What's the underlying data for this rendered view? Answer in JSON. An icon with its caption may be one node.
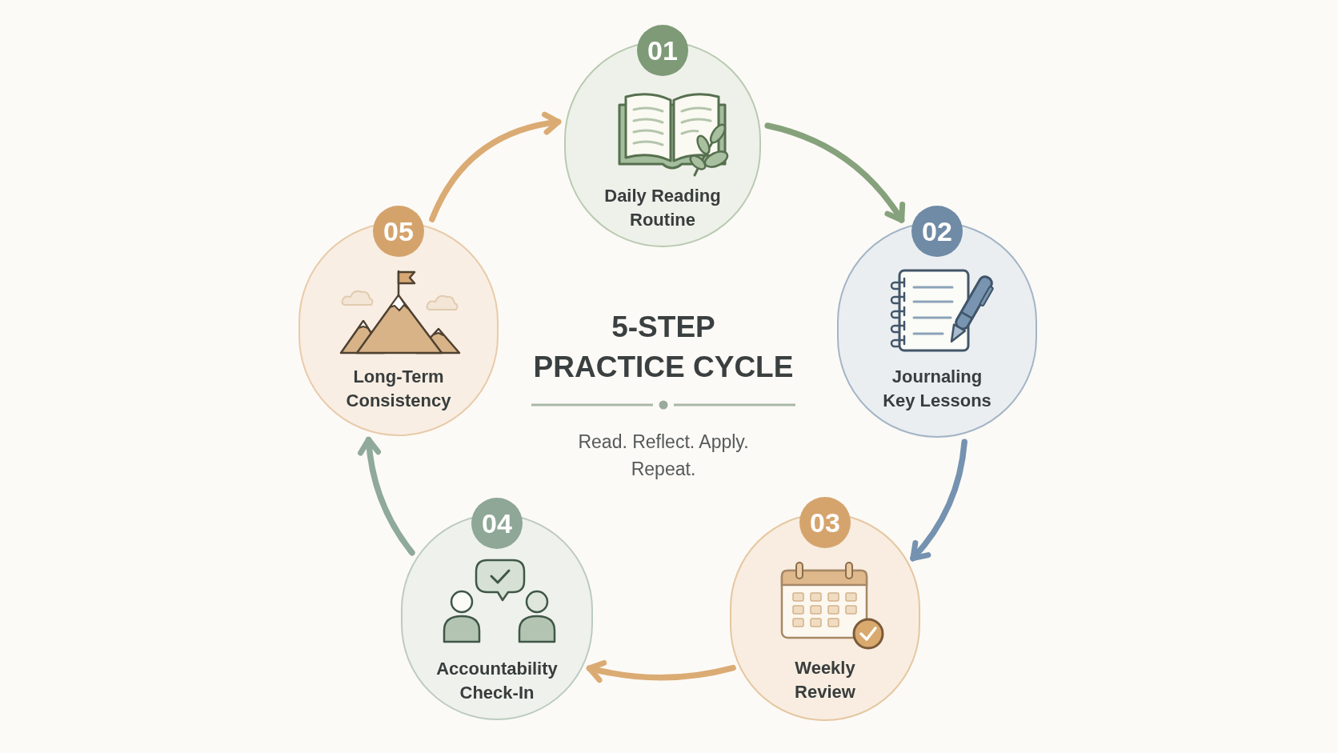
{
  "diagram": {
    "title": "5-STEP PRACTICE CYCLE",
    "nodes": [
      {
        "text": [
          "01",
          "Daily Reading Routine"
        ]
      },
      {
        "text": [
          "02",
          "Journaling Key Lessons"
        ]
      },
      {
        "text": [
          "03",
          "Weekly Review"
        ]
      },
      {
        "text": [
          "04",
          "Accountability Check-In"
        ]
      },
      {
        "text": [
          "05",
          "Long-Term Consistency"
        ]
      }
    ],
    "edges": [
      {
        "from": 4,
        "to": 0,
        "arrow": "to",
        "color": "#dbab74"
      },
      {
        "from": 0,
        "to": 1,
        "arrow": "to",
        "color": "#86a27c"
      },
      {
        "from": 1,
        "to": 2,
        "arrow": "to",
        "color": "#7592b0"
      },
      {
        "from": 2,
        "to": 3,
        "arrow": "to",
        "color": "#dbab74"
      },
      {
        "from": 3,
        "to": 4,
        "arrow": "to",
        "color": "#8fa99a"
      }
    ],
    "labels": [
      "Read. Reflect. Apply. Repeat."
    ]
  }
}
